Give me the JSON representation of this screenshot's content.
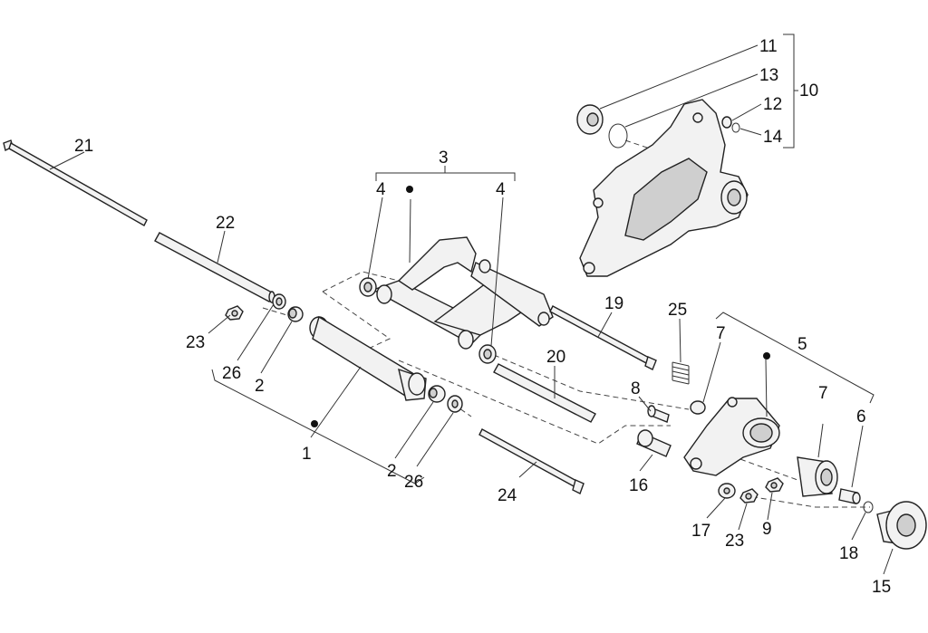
{
  "diagram": {
    "labels": {
      "l1": "1",
      "l2a": "2",
      "l2b": "2",
      "l3": "3",
      "l4a": "4",
      "l4b": "4",
      "l5": "5",
      "l6": "6",
      "l7a": "7",
      "l7b": "7",
      "l8": "8",
      "l9": "9",
      "l10": "10",
      "l11": "11",
      "l12": "12",
      "l13": "13",
      "l14": "14",
      "l15": "15",
      "l16": "16",
      "l17": "17",
      "l18": "18",
      "l19": "19",
      "l20": "20",
      "l21": "21",
      "l22": "22",
      "l23a": "23",
      "l23b": "23",
      "l24": "24",
      "l25": "25",
      "l26a": "26",
      "l26b": "26"
    }
  }
}
